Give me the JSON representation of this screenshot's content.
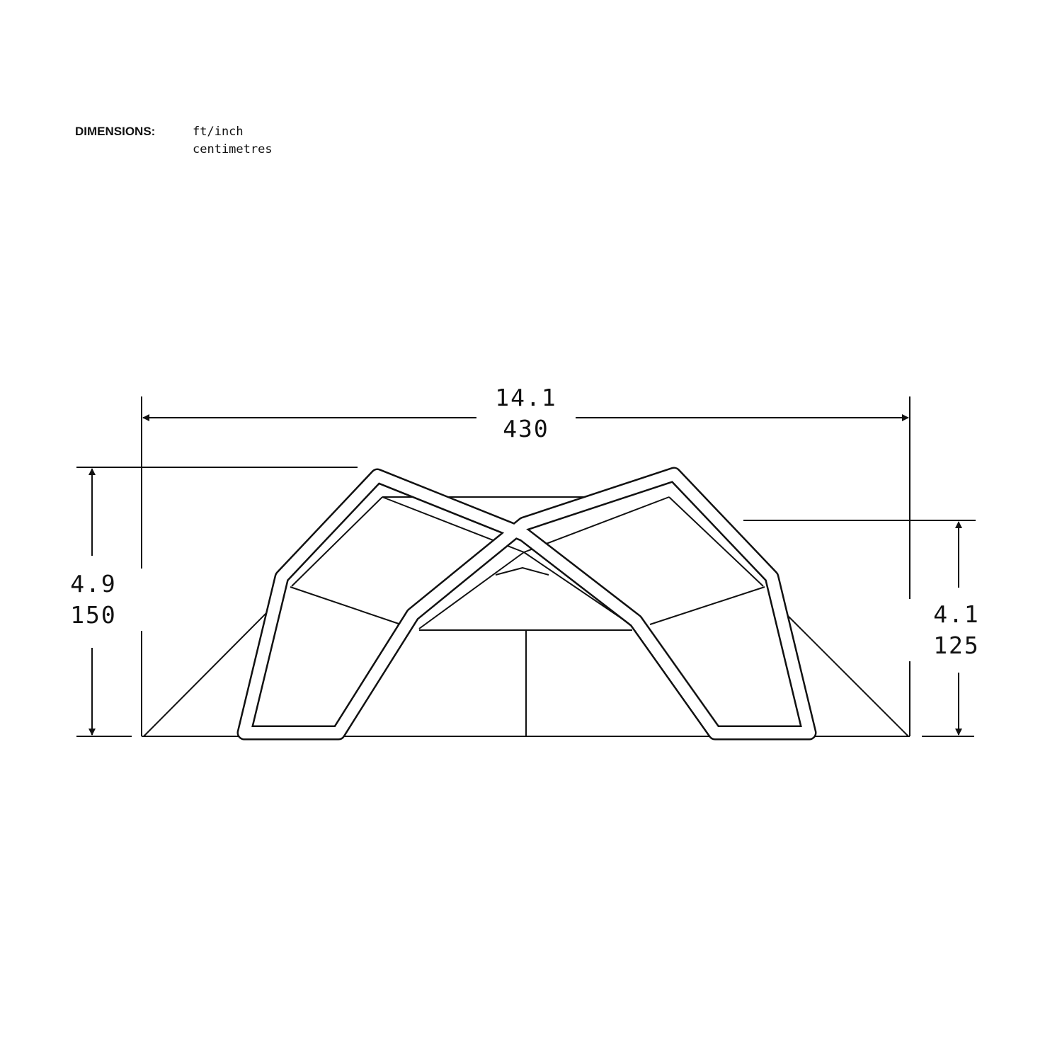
{
  "legend": {
    "title": "DIMENSIONS:",
    "units": [
      "ft/inch",
      "centimetres"
    ]
  },
  "dimensions": {
    "length": {
      "imperial": "14.1",
      "metric": "430"
    },
    "height_max": {
      "imperial": "4.9",
      "metric": "150"
    },
    "height_inner": {
      "imperial": "4.1",
      "metric": "125"
    }
  },
  "colors": {
    "line": "#111111",
    "background": "#ffffff"
  }
}
